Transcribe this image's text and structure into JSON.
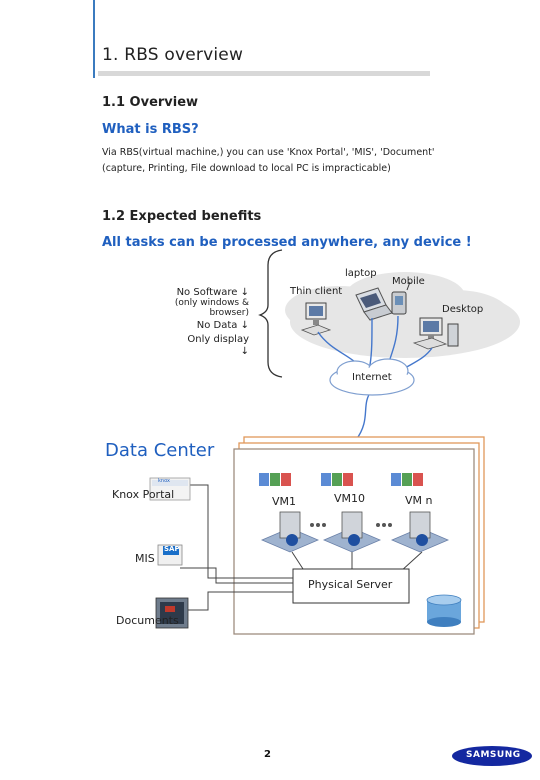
{
  "header": {
    "title": "1. RBS overview"
  },
  "overview": {
    "heading": "1.1 Overview",
    "question": "What is RBS?",
    "line1": "Via  RBS(virtual machine,) you can use 'Knox Portal', 'MIS', 'Document'",
    "line2": "(capture, Printing, File download to local PC is impracticable)"
  },
  "benefits": {
    "heading": "1.2 Expected benefits",
    "tagline": "All tasks can be processed anywhere, any device !"
  },
  "diagram": {
    "left_notes": {
      "no_software": "No Software ↓",
      "no_software_sub1": "(only windows &",
      "no_software_sub2": "browser)",
      "no_data": "No Data ↓",
      "only_display": "Only display",
      "only_display_arrow": "↓"
    },
    "devices": {
      "laptop": "laptop",
      "mobile": "Mobile",
      "thin_client": "Thin client",
      "desktop": "Desktop"
    },
    "internet": "Internet",
    "data_center": {
      "title": "Data Center",
      "knox_portal": "Knox Portal",
      "mis": "MIS",
      "documents": "Documents",
      "vm1": "VM1",
      "vm10": "VM10",
      "vmn": "VM n",
      "physical_server": "Physical Server",
      "knox_logo_text": "knox",
      "sap_logo_text": "SAP"
    }
  },
  "footer": {
    "page_number": "2",
    "brand": "SAMSUNG"
  },
  "colors": {
    "accent_blue": "#1f5fbf",
    "frame_orange": "#e0975a",
    "brand_blue": "#1428a0"
  }
}
